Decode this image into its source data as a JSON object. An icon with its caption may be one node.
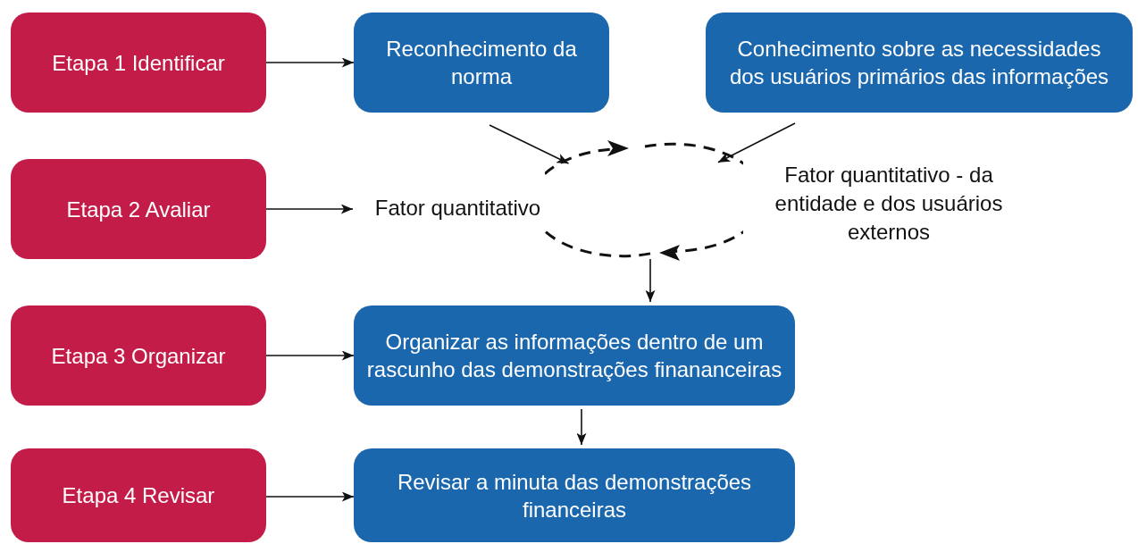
{
  "diagram": {
    "nodes": [
      {
        "text": [
          "Etapa 1 Identificar"
        ]
      },
      {
        "text": [
          "Reconhecimento da norma"
        ]
      },
      {
        "text": [
          "Conhecimento sobre as necessidades dos usuários primários das informações"
        ]
      },
      {
        "text": [
          "Etapa 2 Avaliar"
        ]
      },
      {
        "text": [
          "Fator quantitativo"
        ]
      },
      {
        "text": [],
        "shape": "circle"
      },
      {
        "text": [
          "Etapa 3 Organizar"
        ]
      },
      {
        "text": [
          "Organizar as informações dentro de um rascunho das demonstrações finananceiras"
        ]
      },
      {
        "text": [
          "Etapa 4 Revisar"
        ]
      },
      {
        "text": [
          "Revisar a minuta das demonstrações financeiras"
        ]
      }
    ],
    "edges": [
      {
        "from": 0,
        "to": 1,
        "arrow": "to"
      },
      {
        "from": 3,
        "to": 4,
        "arrow": "to"
      },
      {
        "from": 1,
        "to": 5,
        "arrow": "to"
      },
      {
        "from": 2,
        "to": 5,
        "arrow": "to"
      },
      {
        "from": 5,
        "to": 7,
        "arrow": "to"
      },
      {
        "from": 6,
        "to": 7,
        "arrow": "to"
      },
      {
        "from": 7,
        "to": 9,
        "arrow": "to"
      },
      {
        "from": 8,
        "to": 9,
        "arrow": "to"
      }
    ],
    "labels": [
      "Fator quantitativo - da entidade e dos usuários externos"
    ]
  }
}
